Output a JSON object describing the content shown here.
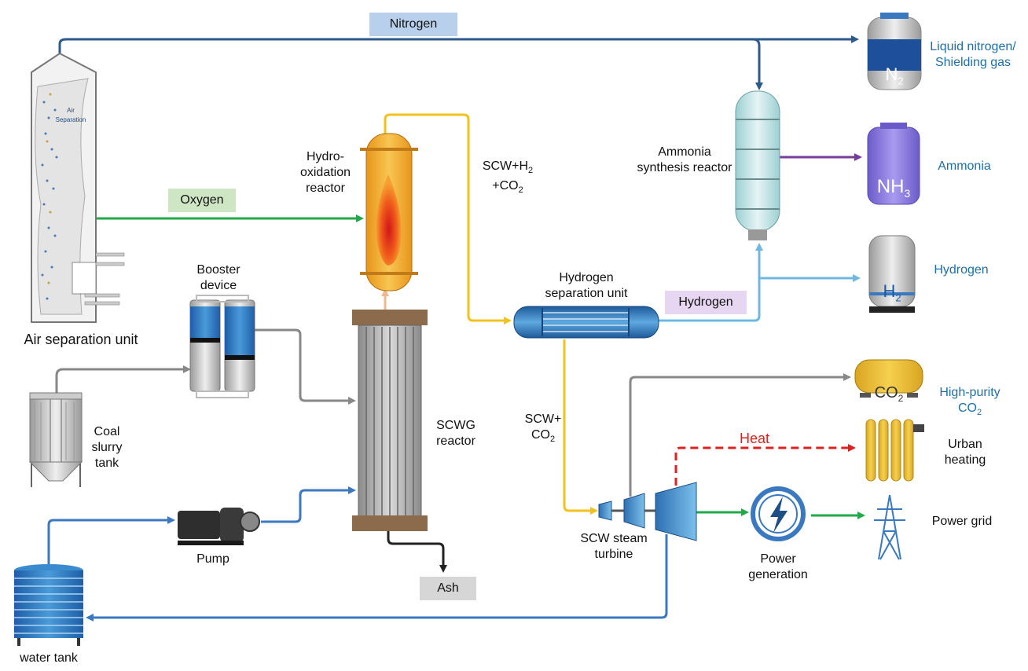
{
  "colors": {
    "nitrogen_line": "#2c5a8a",
    "oxygen_line": "#22aa4a",
    "syngas_line": "#f2c21c",
    "hydrogen_line": "#6fb8e0",
    "ammonia_line": "#7a3c9c",
    "gray_line": "#888888",
    "water_line": "#3a78c0",
    "heat_line": "#e02020",
    "power_line": "#22aa4a",
    "ash_line": "#222222",
    "nitrogen_badge": "#b8d0ec",
    "oxygen_badge": "#cfe6c4",
    "hydrogen_badge": "#e6d6f2",
    "ash_badge": "#d6d6d6"
  },
  "streams": {
    "nitrogen": "Nitrogen",
    "oxygen": "Oxygen",
    "hydrogen": "Hydrogen",
    "ash": "Ash",
    "heat": "Heat"
  },
  "units": {
    "air_separation": "Air separation unit",
    "air_separation_inner_1": "Air",
    "air_separation_inner_2": "Separation",
    "booster": "Booster\ndevice",
    "coal_slurry": "Coal\nslurry\ntank",
    "pump": "Pump",
    "water_tank": "water tank",
    "hydro_oxidation": "Hydro-\noxidation\nreactor",
    "scwg": "SCWG\nreactor",
    "hydrogen_separation": "Hydrogen\nseparation unit",
    "ammonia_synthesis": "Ammonia\nsynthesis reactor",
    "steam_turbine": "SCW steam\nturbine",
    "power_generation": "Power\ngeneration"
  },
  "flows": {
    "scw_h2_co2_line1": "SCW+H",
    "scw_h2_co2_sub": "2",
    "scw_h2_co2_line2": "+CO",
    "scw_h2_co2_sub2": "2",
    "scw_co2_line1": "SCW+",
    "scw_co2_line2": "CO",
    "scw_co2_sub": "2"
  },
  "products": {
    "liquid_nitrogen": "Liquid nitrogen/\nShielding gas",
    "ammonia": "Ammonia",
    "hydrogen": "Hydrogen",
    "co2_line1": "High-purity",
    "co2_line2": "CO",
    "co2_sub": "2",
    "urban_heating": "Urban\nheating",
    "power_grid": "Power grid"
  },
  "tank_labels": {
    "n2": "N",
    "n2_sub": "2",
    "nh3": "NH",
    "nh3_sub": "3",
    "h2": "H",
    "h2_sub": "2",
    "co2": "CO",
    "co2_sub": "2"
  }
}
